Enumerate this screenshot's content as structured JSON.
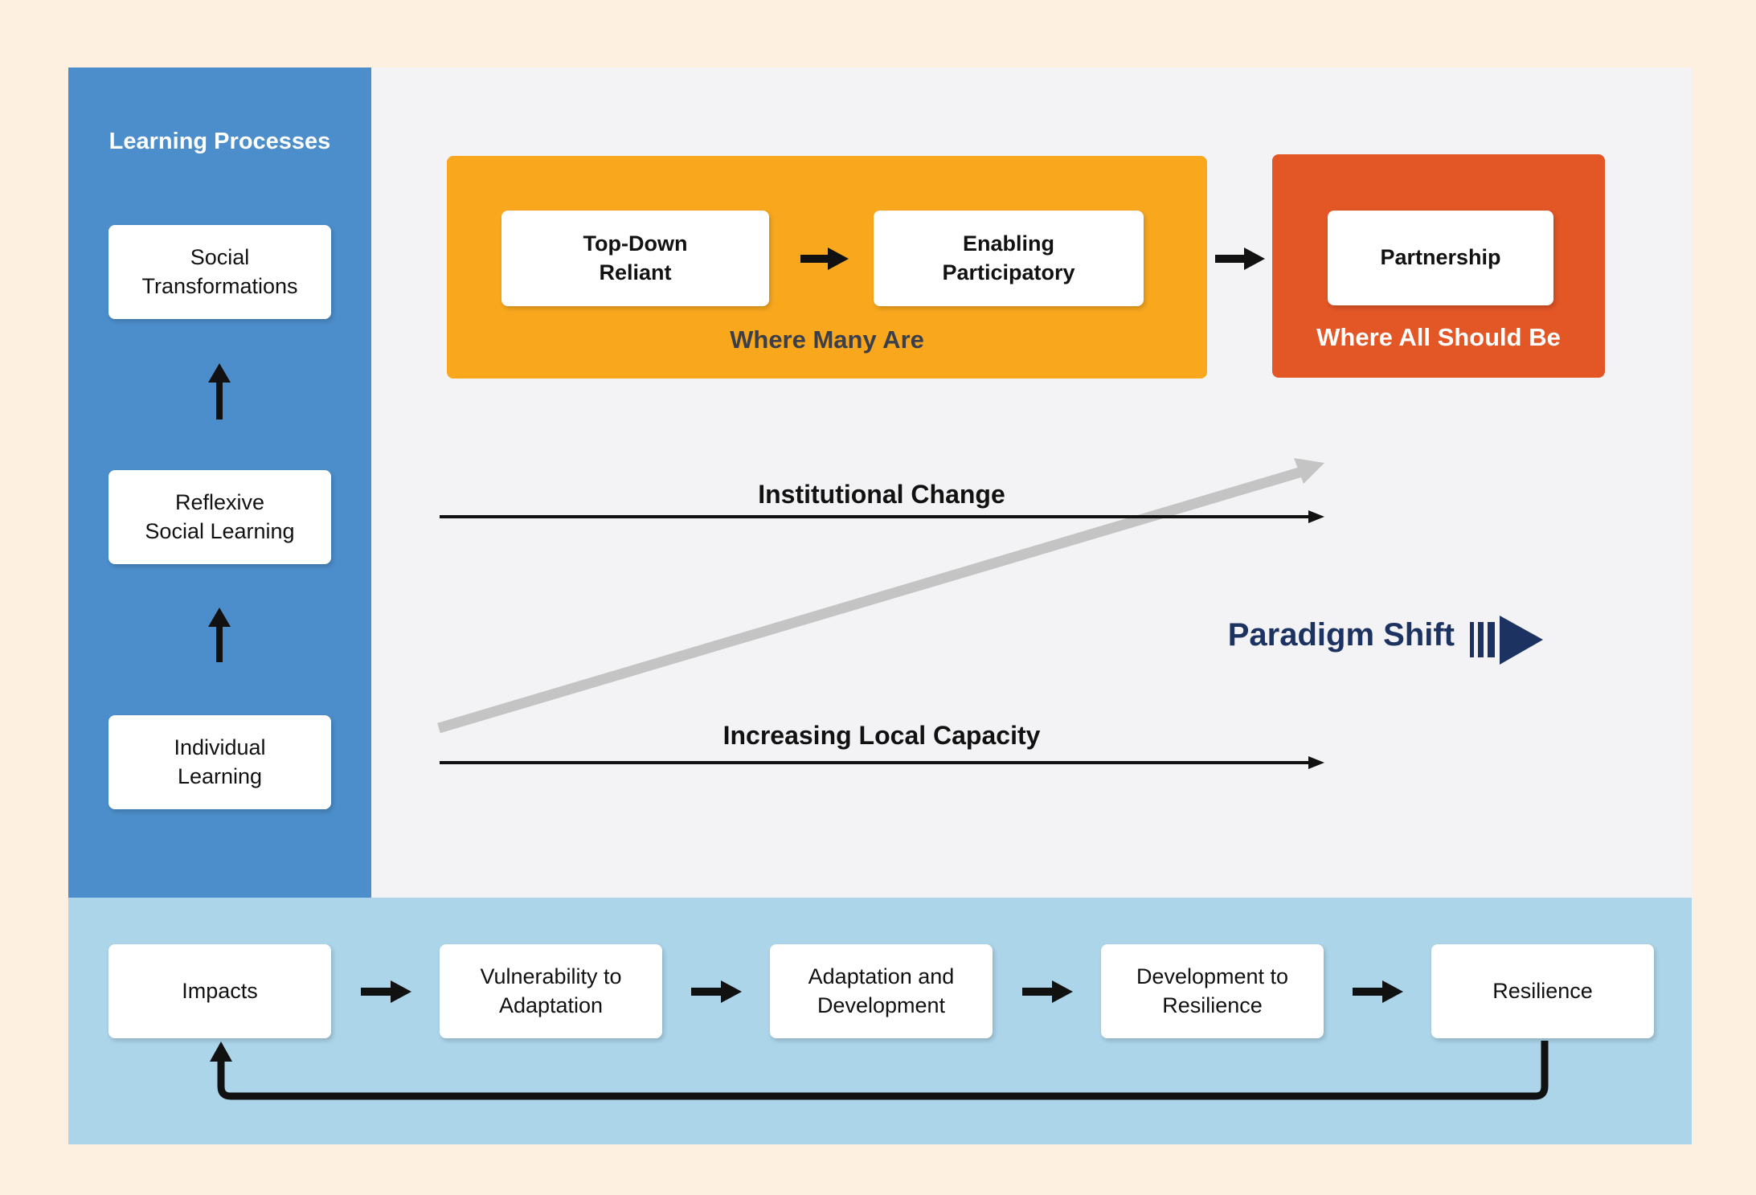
{
  "learning": {
    "title": "Learning Processes",
    "items": [
      "Social\nTransformations",
      "Reflexive\nSocial Learning",
      "Individual\nLearning"
    ]
  },
  "where_many": {
    "caption": "Where Many Are",
    "stages": [
      "Top-Down\nReliant",
      "Enabling\nParticipatory"
    ]
  },
  "where_all": {
    "caption": "Where All Should Be",
    "stage": "Partnership"
  },
  "arrows": {
    "institutional": "Institutional Change",
    "capacity": "Increasing Local Capacity"
  },
  "paradigm_shift": "Paradigm Shift",
  "cycle": [
    "Impacts",
    "Vulnerability to\nAdaptation",
    "Adaptation and\nDevelopment",
    "Development to\nResilience",
    "Resilience"
  ],
  "colors": {
    "left_panel": "#4c8ecb",
    "bottom_panel": "#acd5ea",
    "orange_group": "#f9a81e",
    "red_group": "#e35626",
    "paradigm_text": "#1c3361",
    "trend_line": "#c4c4c4"
  }
}
